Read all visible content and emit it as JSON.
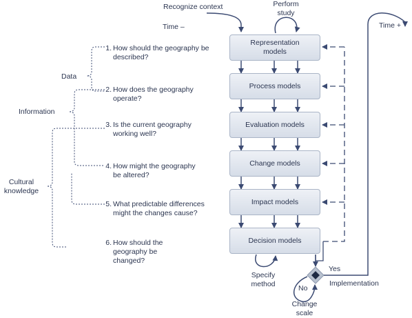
{
  "top_labels": {
    "recognize_context": "Recognize context",
    "perform_study": "Perform\nstudy",
    "time_minus": "Time –",
    "time_plus": "Time +"
  },
  "knowledge_levels": {
    "data": "Data",
    "information": "Information",
    "cultural_knowledge": "Cultural\nknowledge"
  },
  "questions": [
    {
      "num": "1.",
      "text": "How should the geography be described?"
    },
    {
      "num": "2.",
      "text": "How does the geography operate?"
    },
    {
      "num": "3.",
      "text": "Is the current geography working well?"
    },
    {
      "num": "4.",
      "text": "How might the geography be altered?"
    },
    {
      "num": "5.",
      "text": "What predictable differences might the changes cause?"
    },
    {
      "num": "6.",
      "text": "How should the geography be changed?"
    }
  ],
  "models": [
    "Representation models",
    "Process models",
    "Evaluation models",
    "Change models",
    "Impact models",
    "Decision models"
  ],
  "bottom_labels": {
    "specify_method": "Specify\nmethod",
    "yes": "Yes",
    "no": "No",
    "implementation": "Implementation",
    "change_scale": "Change\nscale"
  },
  "colors": {
    "line": "#3b4a72",
    "text": "#2b3550",
    "box_top": "#eef1f6",
    "box_bottom": "#d6dde8",
    "box_border": "#a9b4c6",
    "diamond_outer": "#b8c1cf",
    "diamond_inner": "#1e2a44"
  }
}
